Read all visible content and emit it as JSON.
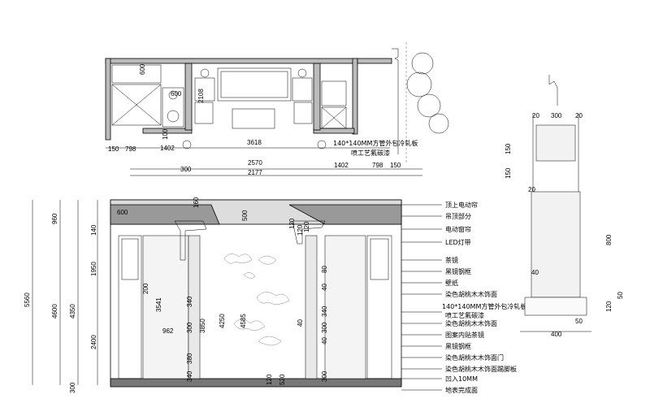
{
  "plan": {
    "dims_top_left": [
      "600",
      "600",
      "2108",
      "100"
    ],
    "dims_row1": [
      "150",
      "798",
      "1402",
      "3618",
      "140*140MM方管外包冷轧板",
      "喷工艺氟碳漆"
    ],
    "dims_row2": [
      "300",
      "2570",
      "2177",
      "1402",
      "798",
      "150"
    ]
  },
  "elevation": {
    "top_dims": [
      "600",
      "160",
      "500",
      "120",
      "120",
      "120"
    ],
    "left_dims": [
      "5560",
      "960",
      "140",
      "1950",
      "4600",
      "4350",
      "2400",
      "300"
    ],
    "inner_dims": [
      "200",
      "3541",
      "340",
      "962",
      "300",
      "3850",
      "380",
      "340",
      "4250",
      "4585",
      "80",
      "40",
      "340",
      "40",
      "300",
      "40",
      "120",
      "520",
      "300"
    ],
    "labels": [
      "顶上电动帘",
      "吊顶部分",
      "电动窗帘",
      "LED灯带",
      "茶镜",
      "黑镜钢框",
      "壁纸",
      "染色胡桃木木饰面",
      "140*140MM方管外包冷轧板",
      "喷工艺氟碳漆",
      "染色胡桃木木饰面",
      "图案内贴茶镜",
      "黑镜钢框",
      "染色胡桃木木饰面门",
      "染色胡桃木木饰面踢脚板",
      "凹入10MM",
      "地表完成面"
    ]
  },
  "section": {
    "dims_top": [
      "20",
      "300",
      "20"
    ],
    "dims_left": [
      "150",
      "150",
      "20"
    ],
    "dims_right": [
      "800",
      "50",
      "120",
      "50"
    ],
    "dims_bottom": [
      "40",
      "400"
    ]
  }
}
